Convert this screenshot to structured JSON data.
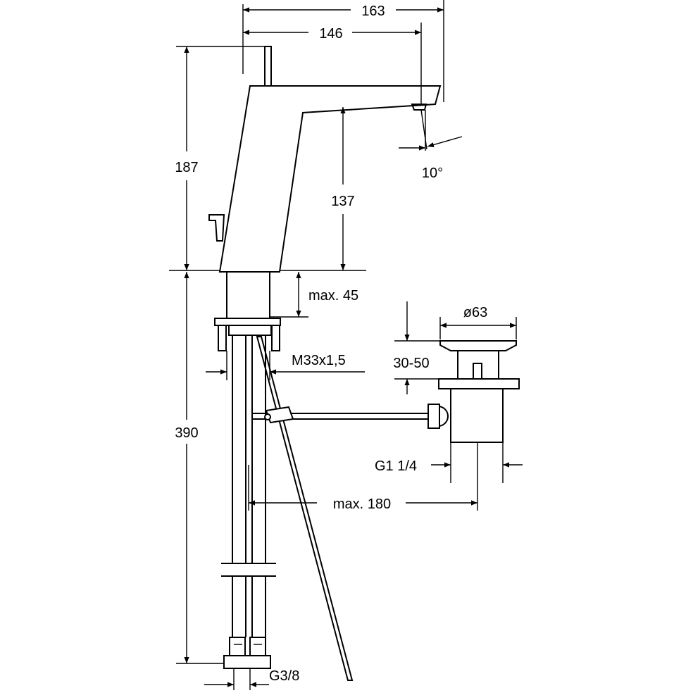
{
  "labels": {
    "width_total": "163",
    "spout_reach": "146",
    "height_total": "187",
    "spout_height": "137",
    "spout_angle": "10°",
    "max_thickness": "max. 45",
    "thread": "M33x1,5",
    "install_depth": "390",
    "waste_diameter": "ø63",
    "plug_lift": "30-50",
    "waste_thread": "G1 1/4",
    "rod_max": "max. 180",
    "supply_thread": "G3/8"
  }
}
